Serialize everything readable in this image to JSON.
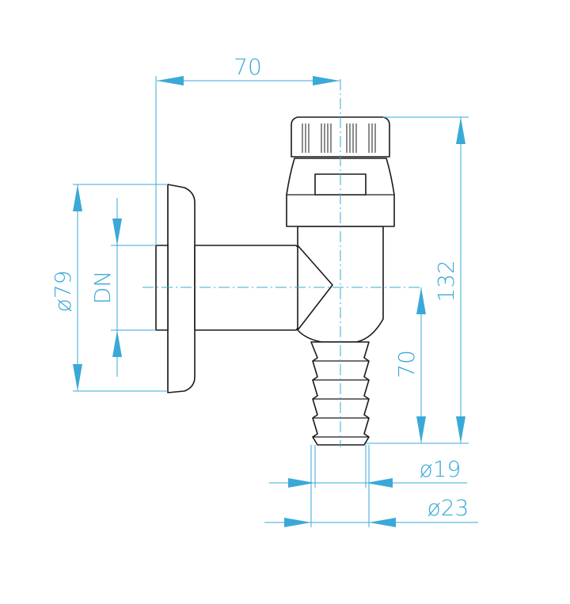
{
  "colors": {
    "dimension": "#3aa9d8",
    "outline": "#1a1a1a"
  },
  "dimensions": {
    "top_width": "70",
    "overall_height": "132",
    "outlet_height": "70",
    "flange_diameter": "ø79",
    "nominal_diameter": "DN",
    "hose_inner_diameter": "ø19",
    "hose_outer_diameter": "ø23"
  }
}
